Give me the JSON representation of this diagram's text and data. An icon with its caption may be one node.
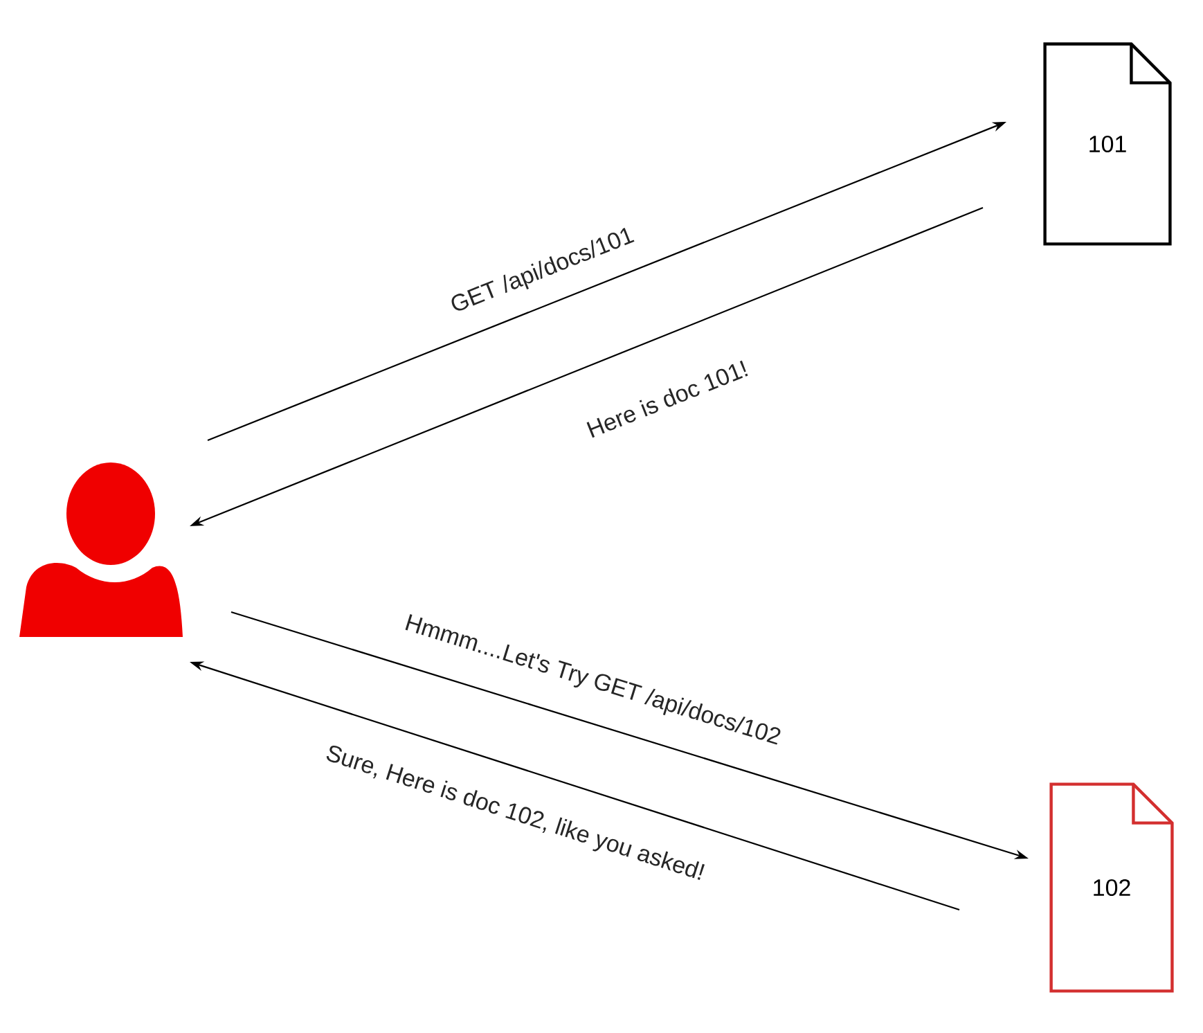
{
  "diagram": {
    "nodes": [
      {
        "text": [],
        "shape": "person"
      },
      {
        "text": [
          "101"
        ]
      },
      {
        "text": [
          "102"
        ]
      }
    ],
    "edges": [
      {
        "from": 0,
        "to": 1,
        "arrow": "to",
        "label": "GET /api/docs/101"
      },
      {
        "from": 1,
        "to": 0,
        "arrow": "to",
        "label": "Here is doc 101!"
      },
      {
        "from": 0,
        "to": 2,
        "arrow": "to",
        "label": "Hmmm....Let's Try GET /api/docs/102"
      },
      {
        "from": 2,
        "to": 0,
        "arrow": "to",
        "label": "Sure, Here is doc 102, like you asked!"
      }
    ]
  }
}
